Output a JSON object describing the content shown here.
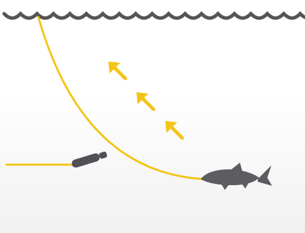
{
  "diagram": {
    "elements": {
      "water_surface": "wave-line",
      "fishing_line": "yellow-line",
      "direction_arrows": "arrow-icon",
      "lure": "lure-icon",
      "fish": "fish-icon"
    },
    "arrow_count": 3,
    "colors": {
      "background_top": "#ffffff",
      "background_bottom": "#f1f1f1",
      "water_surface": "#555555",
      "line": "#f3c419",
      "arrow": "#f3c419",
      "lure": "#505055",
      "fish": "#5d5c61"
    }
  }
}
